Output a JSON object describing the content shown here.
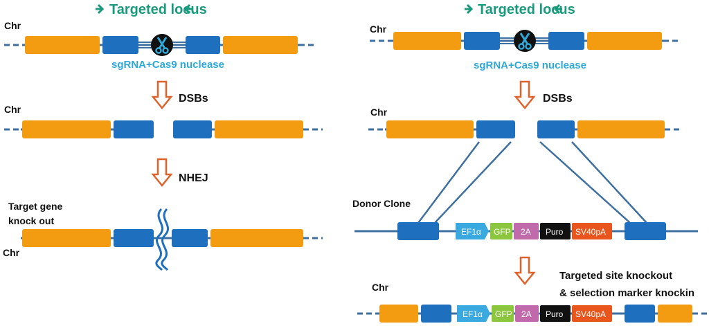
{
  "left_panel": {
    "locus_title": "Targeted locus",
    "chr_label": "Chr",
    "nuclease_label": "sgRNA+Cas9 nuclease",
    "dsb_label": "DSBs",
    "nhej_label": "NHEJ",
    "knockout_label_line1": "Target gene",
    "knockout_label_line2": "knock out"
  },
  "right_panel": {
    "locus_title": "Targeted locus",
    "chr_label": "Chr",
    "nuclease_label": "sgRNA+Cas9 nuclease",
    "dsb_label": "DSBs",
    "donor_label": "Donor Clone",
    "result_label_line1": "Targeted site knockout",
    "result_label_line2": "& selection marker knockin"
  },
  "markers": {
    "promoter": "EF1α",
    "gfp": "GFP",
    "t2a": "2A",
    "puro": "Puro",
    "polya": "SV40pA"
  },
  "colors": {
    "exon_orange": "#f39c12",
    "exon_blue": "#1f6fbf",
    "locus_green": "#1a9a7c",
    "nuclease_cyan": "#2fa8d8",
    "arrow_red": "#e0622b",
    "promoter": "#3aa9e0",
    "gfp": "#8cc63f",
    "t2a": "#c06aab",
    "puro": "#111111",
    "polya": "#e8561e"
  }
}
